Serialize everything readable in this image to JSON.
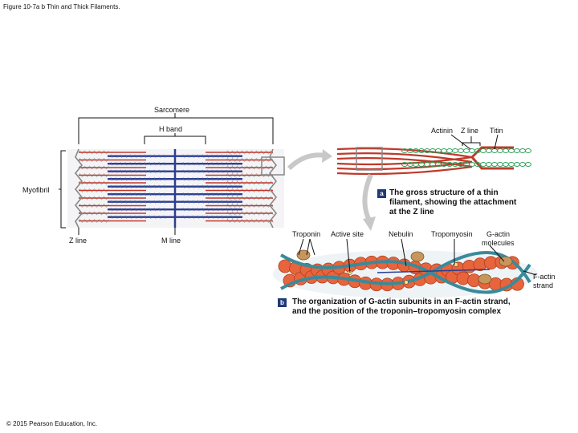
{
  "figure_title": "Figure 10-7a b Thin and Thick Filaments.",
  "labels": {
    "sarcomere": "Sarcomere",
    "h_band": "H band",
    "actinin": "Actinin",
    "z_line_top": "Z line",
    "titin": "Titin",
    "myofibril": "Myofibril",
    "z_line_bottom": "Z line",
    "m_line": "M line",
    "troponin": "Troponin",
    "active_site": "Active site",
    "nebulin": "Nebulin",
    "tropomyosin": "Tropomyosin",
    "g_actin_line1": "G-actin",
    "g_actin_line2": "molecules",
    "f_actin_line1": "F-actin",
    "f_actin_line2": "strand"
  },
  "panel_a": {
    "badge": "a",
    "caption_line1": "The gross structure of a thin",
    "caption_line2": "filament, showing the attachment",
    "caption_line3": "at the Z line"
  },
  "panel_b": {
    "badge": "b",
    "caption_line1": "The organization of G-actin subunits in an F-actin strand,",
    "caption_line2": "and the position of the troponin–tropomyosin complex"
  },
  "copyright": "© 2015 Pearson Education, Inc.",
  "colors": {
    "thin_filament": "#c0392b",
    "thick_filament": "#2c3e8f",
    "titin": "#2aa05a",
    "g_actin": "#e8643c",
    "tropomyosin": "#3a8a9a",
    "badge": "#1f3a78"
  }
}
